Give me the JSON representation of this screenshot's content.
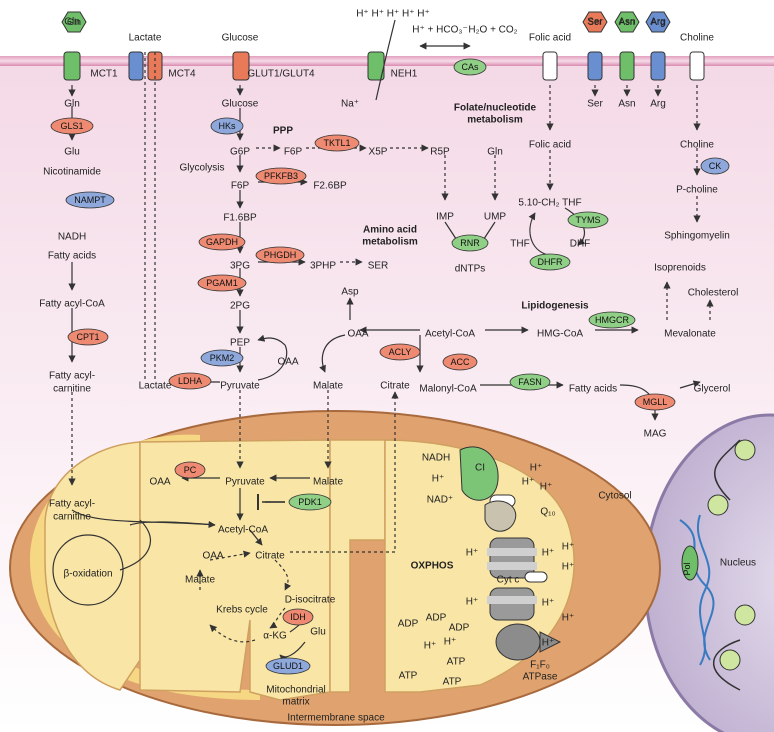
{
  "colors": {
    "red": "#ee8a72",
    "blue": "#8ea8dc",
    "green": "#8fcf86",
    "membrane": "#e3a0c0",
    "mitochondrion": "#e0a36f",
    "matrix": "#f9e6a6",
    "nucleus": "#b9a9cc"
  },
  "metabolites": [
    {
      "id": "gln-top",
      "text": "Gln"
    },
    {
      "id": "lactate-top",
      "text": "Lactate"
    },
    {
      "id": "glucose-top",
      "text": "Glucose"
    },
    {
      "id": "h-ions",
      "text": "H⁺ H⁺ H⁺ H⁺ H⁺"
    },
    {
      "id": "h-hco3",
      "text": "H⁺ + HCO₃⁻"
    },
    {
      "id": "h2o-co2",
      "text": "H₂O + CO₂"
    },
    {
      "id": "folic-top",
      "text": "Folic acid"
    },
    {
      "id": "ser-top",
      "text": "Ser"
    },
    {
      "id": "asn-top",
      "text": "Asn"
    },
    {
      "id": "arg-top",
      "text": "Arg"
    },
    {
      "id": "choline-top",
      "text": "Choline"
    },
    {
      "id": "mct1",
      "text": "MCT1"
    },
    {
      "id": "mct4",
      "text": "MCT4"
    },
    {
      "id": "glut",
      "text": "GLUT1/GLUT4"
    },
    {
      "id": "neh1",
      "text": "NEH1"
    },
    {
      "id": "na",
      "text": "Na⁺"
    },
    {
      "id": "gln",
      "text": "Gln"
    },
    {
      "id": "glu",
      "text": "Glu"
    },
    {
      "id": "nicotinamide",
      "text": "Nicotinamide"
    },
    {
      "id": "nadh",
      "text": "NADH"
    },
    {
      "id": "fatty-acids",
      "text": "Fatty acids"
    },
    {
      "id": "fatty-acyl-coa",
      "text": "Fatty acyl-CoA"
    },
    {
      "id": "fatty-acyl-carnitine",
      "text": "Fatty acyl-"
    },
    {
      "id": "fatty-acyl-carnitine-2",
      "text": "carnitine"
    },
    {
      "id": "glucose",
      "text": "Glucose"
    },
    {
      "id": "g6p",
      "text": "G6P"
    },
    {
      "id": "f6p-ppp",
      "text": "F6P"
    },
    {
      "id": "x5p",
      "text": "X5P"
    },
    {
      "id": "r5p",
      "text": "R5P"
    },
    {
      "id": "glycolysis",
      "text": "Glycolysis"
    },
    {
      "id": "f6p",
      "text": "F6P"
    },
    {
      "id": "f26bp",
      "text": "F2.6BP"
    },
    {
      "id": "f16bp",
      "text": "F1.6BP"
    },
    {
      "id": "3pg",
      "text": "3PG"
    },
    {
      "id": "3php",
      "text": "3PHP"
    },
    {
      "id": "ser",
      "text": "SER"
    },
    {
      "id": "2pg",
      "text": "2PG"
    },
    {
      "id": "pep",
      "text": "PEP"
    },
    {
      "id": "oaa-cyt",
      "text": "OAA"
    },
    {
      "id": "pyruvate",
      "text": "Pyruvate"
    },
    {
      "id": "lactate",
      "text": "Lactate"
    },
    {
      "id": "ppp",
      "text": "PPP"
    },
    {
      "id": "folate-title",
      "text": "Folate/nucleotide"
    },
    {
      "id": "folate-title-2",
      "text": "metabolism"
    },
    {
      "id": "folic-acid",
      "text": "Folic acid"
    },
    {
      "id": "gln-nuc",
      "text": "Gln"
    },
    {
      "id": "imp",
      "text": "IMP"
    },
    {
      "id": "ump",
      "text": "UMP"
    },
    {
      "id": "dntps",
      "text": "dNTPs"
    },
    {
      "id": "thf-510",
      "text": "5.10-CH₂ THF"
    },
    {
      "id": "thf",
      "text": "THF"
    },
    {
      "id": "dhf",
      "text": "DHF"
    },
    {
      "id": "ser-out",
      "text": "Ser"
    },
    {
      "id": "asn-out",
      "text": "Asn"
    },
    {
      "id": "arg-out",
      "text": "Arg"
    },
    {
      "id": "choline",
      "text": "Choline"
    },
    {
      "id": "p-choline",
      "text": "P-choline"
    },
    {
      "id": "sphingomyelin",
      "text": "Sphingomyelin"
    },
    {
      "id": "amino-title",
      "text": "Amino acid"
    },
    {
      "id": "amino-title-2",
      "text": "metabolism"
    },
    {
      "id": "asp",
      "text": "Asp"
    },
    {
      "id": "oaa-lipid",
      "text": "OAA"
    },
    {
      "id": "acetyl-coa",
      "text": "Acetyl-CoA"
    },
    {
      "id": "hmg-coa",
      "text": "HMG-CoA"
    },
    {
      "id": "mevalonate",
      "text": "Mevalonate"
    },
    {
      "id": "isoprenoids",
      "text": "Isoprenoids"
    },
    {
      "id": "cholesterol",
      "text": "Cholesterol"
    },
    {
      "id": "lipidogenesis",
      "text": "Lipidogenesis"
    },
    {
      "id": "malate-cyt",
      "text": "Malate"
    },
    {
      "id": "citrate-cyt",
      "text": "Citrate"
    },
    {
      "id": "malonyl-coa",
      "text": "Malonyl-CoA"
    },
    {
      "id": "fatty-acids-2",
      "text": "Fatty acids"
    },
    {
      "id": "glycerol",
      "text": "Glycerol"
    },
    {
      "id": "mag",
      "text": "MAG"
    },
    {
      "id": "cytosol",
      "text": "Cytosol"
    },
    {
      "id": "nucleus-label",
      "text": "Nucleus"
    },
    {
      "id": "oaa-mito",
      "text": "OAA"
    },
    {
      "id": "pyruvate-mito",
      "text": "Pyruvate"
    },
    {
      "id": "malate-mito",
      "text": "Malate"
    },
    {
      "id": "fatty-acyl-mito",
      "text": "Fatty acyl-"
    },
    {
      "id": "fatty-acyl-mito-2",
      "text": "carnitine"
    },
    {
      "id": "acetyl-coa-mito",
      "text": "Acetyl-CoA"
    },
    {
      "id": "beta-ox",
      "text": "β-oxidation"
    },
    {
      "id": "oaa-krebs",
      "text": "OAA"
    },
    {
      "id": "citrate-mito",
      "text": "Citrate"
    },
    {
      "id": "d-isocitrate",
      "text": "D-isocitrate"
    },
    {
      "id": "malate-krebs",
      "text": "Malate"
    },
    {
      "id": "krebs",
      "text": "Krebs cycle"
    },
    {
      "id": "akg",
      "text": "α-KG"
    },
    {
      "id": "glu-mito",
      "text": "Glu"
    },
    {
      "id": "mito-matrix",
      "text": "Mitochondrial"
    },
    {
      "id": "mito-matrix-2",
      "text": "matrix"
    },
    {
      "id": "intermembrane",
      "text": "Intermembrane space"
    },
    {
      "id": "oxphos",
      "text": "OXPHOS"
    },
    {
      "id": "nadh-ox",
      "text": "NADH"
    },
    {
      "id": "h-ox1",
      "text": "H⁺"
    },
    {
      "id": "nad",
      "text": "NAD⁺"
    },
    {
      "id": "ci",
      "text": "CI"
    },
    {
      "id": "h-ox2",
      "text": "H⁺"
    },
    {
      "id": "h-ox3",
      "text": "H⁺"
    },
    {
      "id": "h-ox4",
      "text": "H⁺"
    },
    {
      "id": "q10",
      "text": "Q₁₀"
    },
    {
      "id": "h-ox5",
      "text": "H⁺"
    },
    {
      "id": "h-ox6",
      "text": "H⁺"
    },
    {
      "id": "h-ox7",
      "text": "H⁺"
    },
    {
      "id": "h-ox8",
      "text": "H⁺"
    },
    {
      "id": "cytc",
      "text": "Cyt c"
    },
    {
      "id": "h-ox9",
      "text": "H⁺"
    },
    {
      "id": "h-ox10",
      "text": "H⁺"
    },
    {
      "id": "h-ox11",
      "text": "H⁺"
    },
    {
      "id": "adp1",
      "text": "ADP"
    },
    {
      "id": "adp2",
      "text": "ADP"
    },
    {
      "id": "adp3",
      "text": "ADP"
    },
    {
      "id": "h-ox12",
      "text": "H⁺"
    },
    {
      "id": "h-ox13",
      "text": "H⁺"
    },
    {
      "id": "h-ox14",
      "text": "H⁺"
    },
    {
      "id": "atp1",
      "text": "ATP"
    },
    {
      "id": "atp2",
      "text": "ATP"
    },
    {
      "id": "atp3",
      "text": "ATP"
    },
    {
      "id": "f1f0",
      "text": "F₁F₀"
    },
    {
      "id": "atpase",
      "text": "ATPase"
    }
  ],
  "hexagon_labels": [
    {
      "id": "hex-gln",
      "text": "Gln"
    },
    {
      "id": "hex-ser",
      "text": "Ser"
    },
    {
      "id": "hex-asn",
      "text": "Asn"
    },
    {
      "id": "hex-arg",
      "text": "Arg"
    }
  ],
  "enzymes": [
    {
      "id": "gls1",
      "text": "GLS1",
      "color": "red"
    },
    {
      "id": "nampt",
      "text": "NAMPT",
      "color": "blue"
    },
    {
      "id": "cpt1",
      "text": "CPT1",
      "color": "red"
    },
    {
      "id": "hks",
      "text": "HKs",
      "color": "blue"
    },
    {
      "id": "tktl1",
      "text": "TKTL1",
      "color": "red"
    },
    {
      "id": "pfkfb3",
      "text": "PFKFB3",
      "color": "red"
    },
    {
      "id": "gapdh",
      "text": "GAPDH",
      "color": "red"
    },
    {
      "id": "phgdh",
      "text": "PHGDH",
      "color": "red"
    },
    {
      "id": "pgam1",
      "text": "PGAM1",
      "color": "red"
    },
    {
      "id": "pkm2",
      "text": "PKM2",
      "color": "blue"
    },
    {
      "id": "ldha",
      "text": "LDHA",
      "color": "red"
    },
    {
      "id": "cas",
      "text": "CAs",
      "color": "green"
    },
    {
      "id": "rnr",
      "text": "RNR",
      "color": "green"
    },
    {
      "id": "tyms",
      "text": "TYMS",
      "color": "green"
    },
    {
      "id": "dhfr",
      "text": "DHFR",
      "color": "green"
    },
    {
      "id": "ck",
      "text": "CK",
      "color": "blue"
    },
    {
      "id": "hmgcr",
      "text": "HMGCR",
      "color": "green"
    },
    {
      "id": "acly",
      "text": "ACLY",
      "color": "red"
    },
    {
      "id": "acc",
      "text": "ACC",
      "color": "red"
    },
    {
      "id": "fasn",
      "text": "FASN",
      "color": "green"
    },
    {
      "id": "mgll",
      "text": "MGLL",
      "color": "red"
    },
    {
      "id": "pc",
      "text": "PC",
      "color": "red"
    },
    {
      "id": "pdk1",
      "text": "PDK1",
      "color": "green"
    },
    {
      "id": "idh",
      "text": "IDH",
      "color": "red"
    },
    {
      "id": "glud1",
      "text": "GLUD1",
      "color": "blue"
    },
    {
      "id": "pol",
      "text": "Pol",
      "color": "green"
    }
  ]
}
